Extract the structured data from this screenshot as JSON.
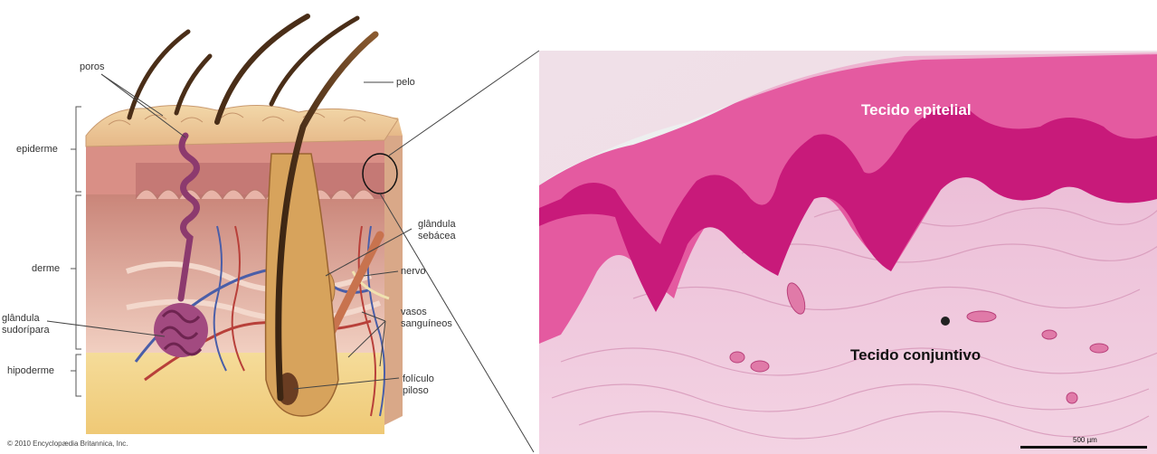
{
  "skin_diagram": {
    "labels": {
      "poros": "poros",
      "pelo": "pelo",
      "epiderme": "epiderme",
      "derme": "derme",
      "glandula_sebacea": "glândula\nsebácea",
      "nervo": "nervo",
      "vasos_sanguineos": "vasos\nsanguíneos",
      "glandula_sudoripara": "glândula\nsudorípara",
      "hipoderme": "hipoderme",
      "foliculo_piloso": "folículo\npiloso"
    },
    "credit": "© 2010 Encyclopædia Britannica, Inc."
  },
  "histology": {
    "label_epithelial": "Tecido epitelial",
    "label_connective": "Tecido conjuntivo",
    "scale_bar": "500 µm"
  }
}
